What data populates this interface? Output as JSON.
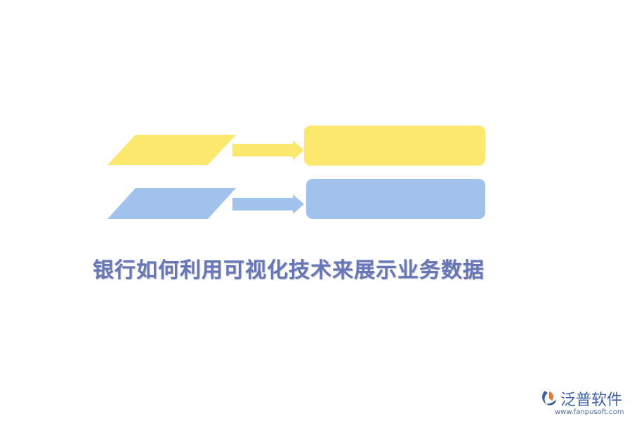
{
  "title": "银行如何利用可视化技术来展示业务数据",
  "logo": {
    "name": "泛普软件",
    "url": "www.fanpusoft.com"
  },
  "colors": {
    "row1": "#fce86d",
    "row2": "#a2c2ee",
    "title": "#6676b8",
    "logo_blue": "#3f5fa8",
    "logo_orange": "#e9773a"
  }
}
